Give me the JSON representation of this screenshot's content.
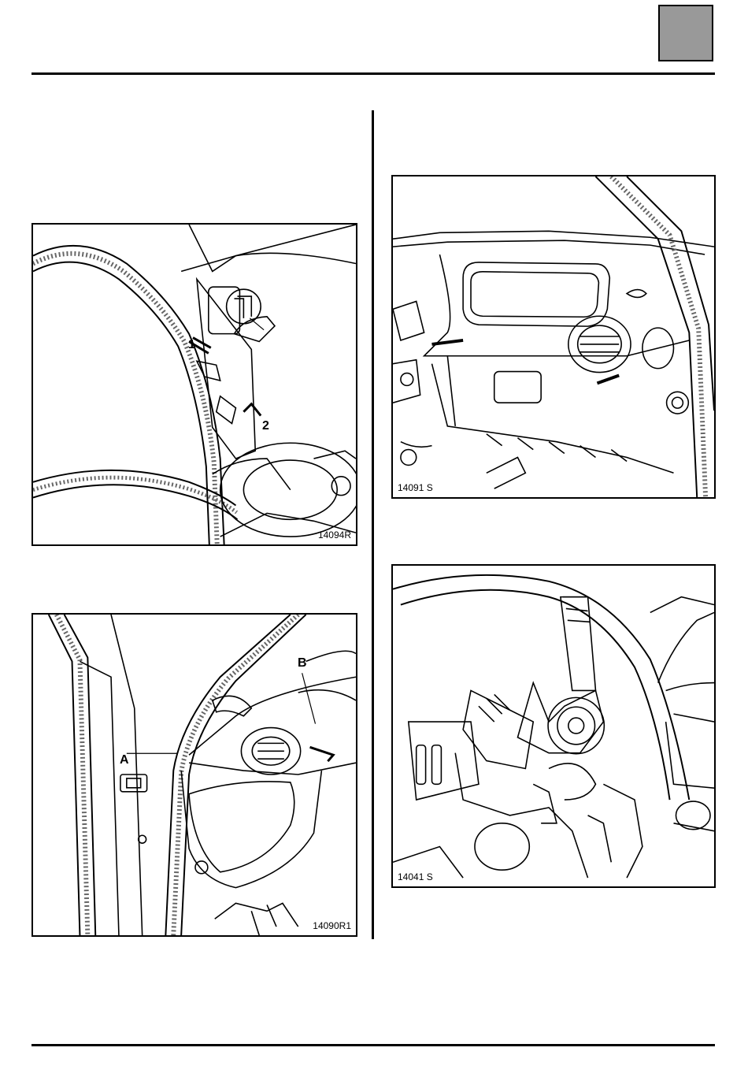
{
  "page": {
    "tab_color": "#999999"
  },
  "figures": [
    {
      "ref": "14094R",
      "callouts": [
        "1",
        "2"
      ]
    },
    {
      "ref": "14090R1",
      "callouts": [
        "A",
        "B"
      ]
    },
    {
      "ref": "14091 S",
      "callouts": []
    },
    {
      "ref": "14041 S",
      "callouts": []
    }
  ]
}
